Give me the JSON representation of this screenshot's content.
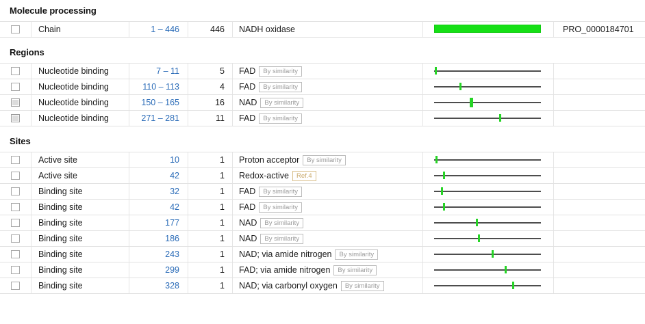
{
  "sections": [
    {
      "id": "molecule-processing",
      "title": "Molecule processing",
      "rows": [
        {
          "checkbox": "unchecked",
          "key": "Chain",
          "position": "1 – 446",
          "length": "446",
          "description": "NADH oxidase",
          "evidence": "",
          "evidence_type": "",
          "feature_id": "PRO_0000184701",
          "graphic": {
            "kind": "bar",
            "start": 1,
            "end": 446
          }
        }
      ]
    },
    {
      "id": "regions",
      "title": "Regions",
      "rows": [
        {
          "checkbox": "unchecked",
          "key": "Nucleotide binding",
          "position": "7 – 11",
          "length": "5",
          "description": "FAD",
          "evidence": "By similarity",
          "evidence_type": "similarity",
          "feature_id": "",
          "graphic": {
            "kind": "range",
            "start": 7,
            "end": 11
          }
        },
        {
          "checkbox": "unchecked",
          "key": "Nucleotide binding",
          "position": "110 – 113",
          "length": "4",
          "description": "FAD",
          "evidence": "By similarity",
          "evidence_type": "similarity",
          "feature_id": "",
          "graphic": {
            "kind": "range",
            "start": 110,
            "end": 113
          }
        },
        {
          "checkbox": "shaded",
          "key": "Nucleotide binding",
          "position": "150 – 165",
          "length": "16",
          "description": "NAD",
          "evidence": "By similarity",
          "evidence_type": "similarity",
          "feature_id": "",
          "graphic": {
            "kind": "range",
            "start": 150,
            "end": 165
          }
        },
        {
          "checkbox": "shaded",
          "key": "Nucleotide binding",
          "position": "271 – 281",
          "length": "11",
          "description": "FAD",
          "evidence": "By similarity",
          "evidence_type": "similarity",
          "feature_id": "",
          "graphic": {
            "kind": "range",
            "start": 271,
            "end": 281
          }
        }
      ]
    },
    {
      "id": "sites",
      "title": "Sites",
      "rows": [
        {
          "checkbox": "unchecked",
          "key": "Active site",
          "position": "10",
          "length": "1",
          "description": "Proton acceptor",
          "evidence": "By similarity",
          "evidence_type": "similarity",
          "feature_id": "",
          "graphic": {
            "kind": "point",
            "start": 10,
            "end": 10
          }
        },
        {
          "checkbox": "unchecked",
          "key": "Active site",
          "position": "42",
          "length": "1",
          "description": "Redox-active",
          "evidence": "Ref.4",
          "evidence_type": "reference",
          "feature_id": "",
          "graphic": {
            "kind": "point",
            "start": 42,
            "end": 42
          }
        },
        {
          "checkbox": "unchecked",
          "key": "Binding site",
          "position": "32",
          "length": "1",
          "description": "FAD",
          "evidence": "By similarity",
          "evidence_type": "similarity",
          "feature_id": "",
          "graphic": {
            "kind": "point",
            "start": 32,
            "end": 32
          }
        },
        {
          "checkbox": "unchecked",
          "key": "Binding site",
          "position": "42",
          "length": "1",
          "description": "FAD",
          "evidence": "By similarity",
          "evidence_type": "similarity",
          "feature_id": "",
          "graphic": {
            "kind": "point",
            "start": 42,
            "end": 42
          }
        },
        {
          "checkbox": "unchecked",
          "key": "Binding site",
          "position": "177",
          "length": "1",
          "description": "NAD",
          "evidence": "By similarity",
          "evidence_type": "similarity",
          "feature_id": "",
          "graphic": {
            "kind": "point",
            "start": 177,
            "end": 177
          }
        },
        {
          "checkbox": "unchecked",
          "key": "Binding site",
          "position": "186",
          "length": "1",
          "description": "NAD",
          "evidence": "By similarity",
          "evidence_type": "similarity",
          "feature_id": "",
          "graphic": {
            "kind": "point",
            "start": 186,
            "end": 186
          }
        },
        {
          "checkbox": "unchecked",
          "key": "Binding site",
          "position": "243",
          "length": "1",
          "description": "NAD; via amide nitrogen",
          "evidence": "By similarity",
          "evidence_type": "similarity",
          "feature_id": "",
          "graphic": {
            "kind": "point",
            "start": 243,
            "end": 243
          }
        },
        {
          "checkbox": "unchecked",
          "key": "Binding site",
          "position": "299",
          "length": "1",
          "description": "FAD; via amide nitrogen",
          "evidence": "By similarity",
          "evidence_type": "similarity",
          "feature_id": "",
          "graphic": {
            "kind": "point",
            "start": 299,
            "end": 299
          }
        },
        {
          "checkbox": "unchecked",
          "key": "Binding site",
          "position": "328",
          "length": "1",
          "description": "NAD; via carbonyl oxygen",
          "evidence": "By similarity",
          "evidence_type": "similarity",
          "feature_id": "",
          "graphic": {
            "kind": "point",
            "start": 328,
            "end": 328
          }
        }
      ]
    }
  ],
  "sequence": {
    "length": 446,
    "start": 1
  },
  "colors": {
    "feature_green": "#16e016",
    "marker_green": "#26d426",
    "position_link": "#2b6cb8",
    "track_line": "#4d4d4d",
    "row_border": "#e2e2e2",
    "badge_border": "#bdbdbd",
    "badge_text": "#9a9a9a",
    "ref_badge_border": "#d9c08c",
    "ref_badge_text": "#c9a96a"
  }
}
